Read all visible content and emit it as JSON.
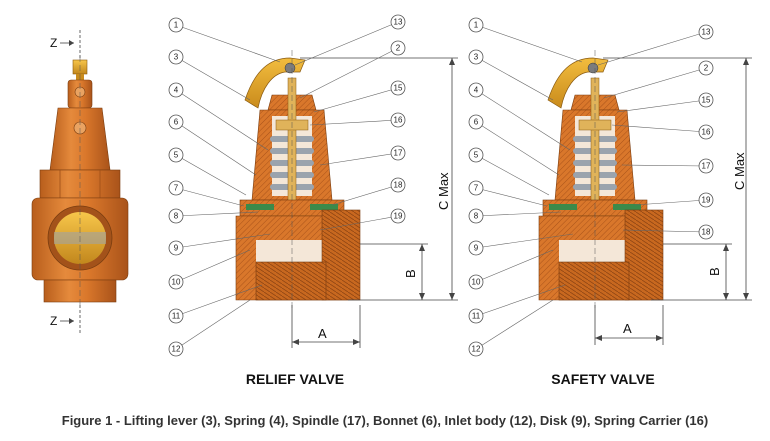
{
  "views": {
    "relief_title": "RELIEF VALVE",
    "safety_title": "SAFETY VALVE"
  },
  "dimensions": {
    "a": "A",
    "b": "B",
    "c_max": "C Max",
    "z": "Z"
  },
  "relief_callouts": [
    "1",
    "3",
    "4",
    "6",
    "5",
    "7",
    "8",
    "9",
    "10",
    "11",
    "12",
    "13",
    "2",
    "15",
    "16",
    "17",
    "18",
    "19"
  ],
  "safety_callouts": [
    "1",
    "3",
    "4",
    "6",
    "5",
    "7",
    "8",
    "9",
    "10",
    "11",
    "12",
    "13",
    "2",
    "15",
    "16",
    "17",
    "19",
    "18"
  ],
  "caption": "Figure 1 - Lifting lever (3), Spring (4), Spindle (17), Bonnet (6), Inlet body (12), Disk (9), Spring Carrier (16)",
  "colors": {
    "body_orange": "#d9772b",
    "body_dark": "#b85e1c",
    "lever_yellow": "#e8a62a",
    "spring_grey": "#9aa3ad",
    "seal_green": "#3b8a4a"
  }
}
